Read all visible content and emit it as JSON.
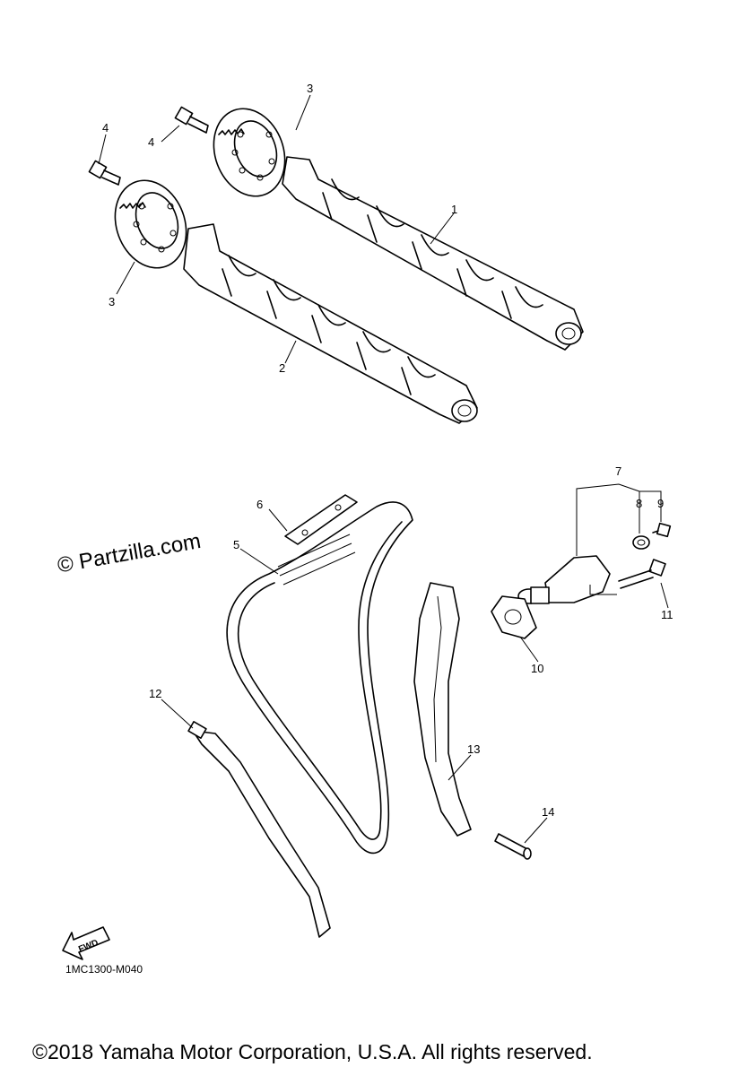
{
  "watermark": "© Partzilla.com",
  "diagram_code": "1MC1300-M040",
  "fwd_label": "FWD",
  "copyright": "©2018 Yamaha Motor Corporation, U.S.A. All rights reserved.",
  "callouts": {
    "c1": "1",
    "c2": "2",
    "c3a": "3",
    "c3b": "3",
    "c4a": "4",
    "c4b": "4",
    "c5": "5",
    "c6": "6",
    "c7": "7",
    "c8": "8",
    "c9": "9",
    "c10": "10",
    "c11": "11",
    "c12": "12",
    "c13": "13",
    "c14": "14"
  }
}
